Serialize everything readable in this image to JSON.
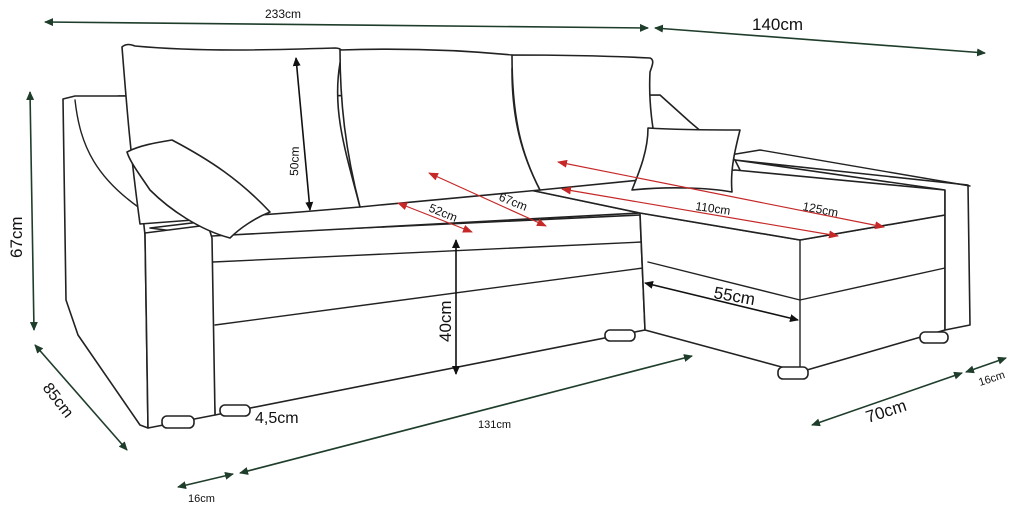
{
  "colors": {
    "outline": "#222222",
    "dimension_green": "#1f3d2b",
    "dimension_black": "#111111",
    "dimension_red": "#c62828",
    "background": "#ffffff"
  },
  "dimensions": {
    "total_width": "233cm",
    "chaise_length": "140cm",
    "height": "67cm",
    "depth": "85cm",
    "back_cushion_height": "50cm",
    "seat_height": "40cm",
    "leg_height": "4,5cm",
    "front_length": "131cm",
    "armrest_width_left": "16cm",
    "armrest_width_right": "16cm",
    "chaise_width": "70cm",
    "chaise_inner_width": "55cm",
    "seat_depth": "52cm",
    "bed_depth": "67cm",
    "sleep_length_110": "110cm",
    "sleep_length_125": "125cm"
  }
}
